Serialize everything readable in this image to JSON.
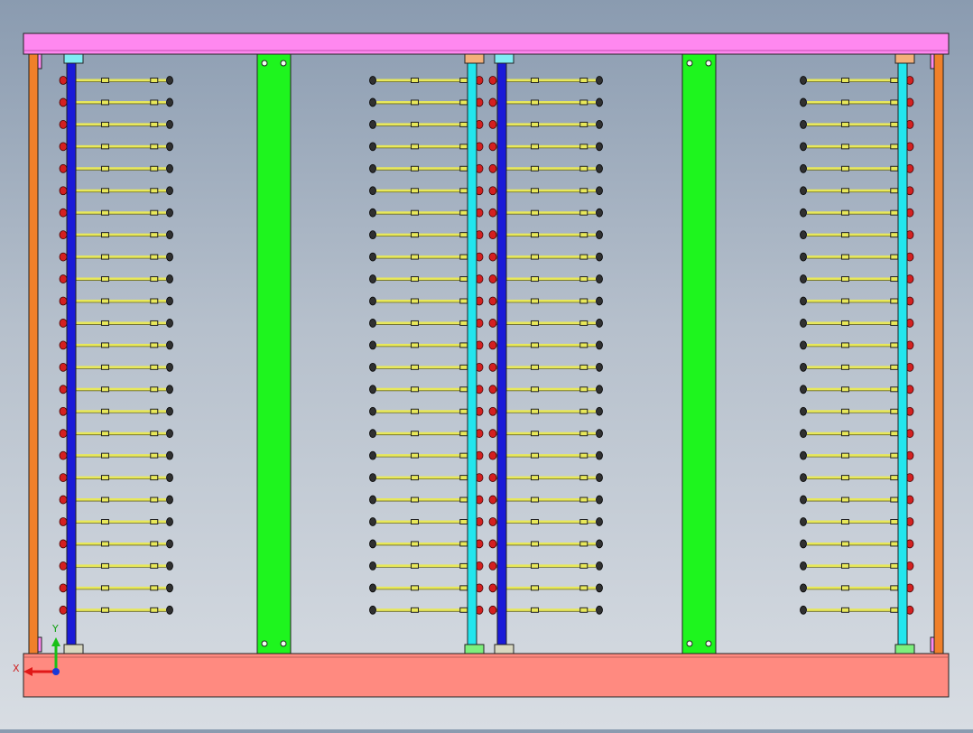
{
  "viewport": {
    "triad": {
      "x_label": "X",
      "y_label": "Y"
    }
  },
  "colors": {
    "top_beam": "#ff88f0",
    "base_plate": "#ff8a80",
    "side_post": "#f0802a",
    "green_post": "#1ef51e",
    "blue_rod": "#1a1ad8",
    "cyan_rod": "#22e6ee",
    "bolt": "#e8e85a",
    "nut_red": "#d42020",
    "nut_black": "#303030",
    "cap_cyan": "#80ecf4",
    "cap_orange": "#f4b07a",
    "foot_gray": "#d8d8c0",
    "foot_green": "#7cf07c"
  },
  "assembly": {
    "bolt_rows_per_group": 25,
    "bolt_groups": 4,
    "green_posts": 2,
    "rods": 4
  }
}
